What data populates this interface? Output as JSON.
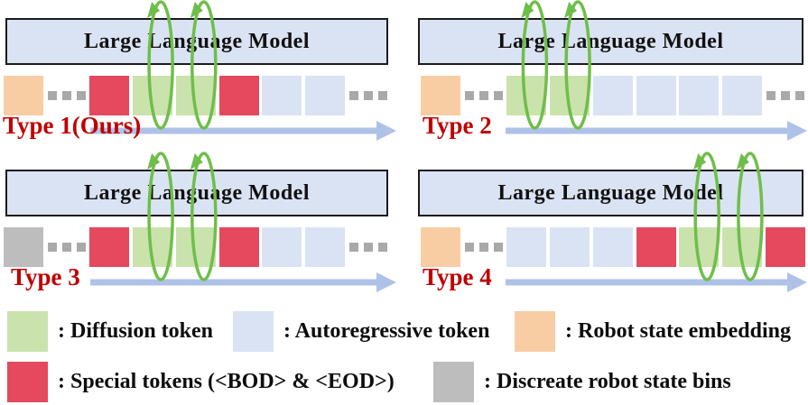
{
  "llm_label": "Large Language Model",
  "panels": [
    {
      "label": "Type 1(Ours)",
      "tokens": [
        "robot_state",
        "dots",
        "special",
        "diffusion",
        "diffusion",
        "special",
        "autoregressive",
        "autoregressive",
        "dots"
      ]
    },
    {
      "label": "Type 2",
      "tokens": [
        "robot_state",
        "dots",
        "diffusion",
        "diffusion",
        "autoregressive",
        "autoregressive",
        "autoregressive",
        "autoregressive",
        "dots"
      ]
    },
    {
      "label": "Type 3",
      "tokens": [
        "discrete_bins",
        "dots",
        "special",
        "diffusion",
        "diffusion",
        "special",
        "autoregressive",
        "autoregressive",
        "dots"
      ]
    },
    {
      "label": "Type 4",
      "tokens": [
        "robot_state",
        "dots",
        "autoregressive",
        "autoregressive",
        "autoregressive",
        "special",
        "diffusion",
        "diffusion",
        "special"
      ]
    }
  ],
  "legend": [
    {
      "key": "diffusion",
      "label": ": Diffusion token"
    },
    {
      "key": "autoregressive",
      "label": ": Autoregressive token"
    },
    {
      "key": "robot_state",
      "label": ": Robot state embedding"
    },
    {
      "key": "special",
      "label": ": Special tokens (<BOD> & <EOD>)"
    },
    {
      "key": "discrete_bins",
      "label": ": Discreate robot state bins"
    }
  ],
  "colors": {
    "diffusion": "#CAE3AC",
    "autoregressive": "#DAE3F3",
    "robot_state": "#F9CDA3",
    "special": "#E4495E",
    "discrete_bins": "#BDBDBD",
    "dots": "#A9A9A9",
    "loop": "#6FBE4A",
    "arrow": "#AEC2E8",
    "label": "#C00000",
    "llm_fill": "#DAE3F3"
  }
}
